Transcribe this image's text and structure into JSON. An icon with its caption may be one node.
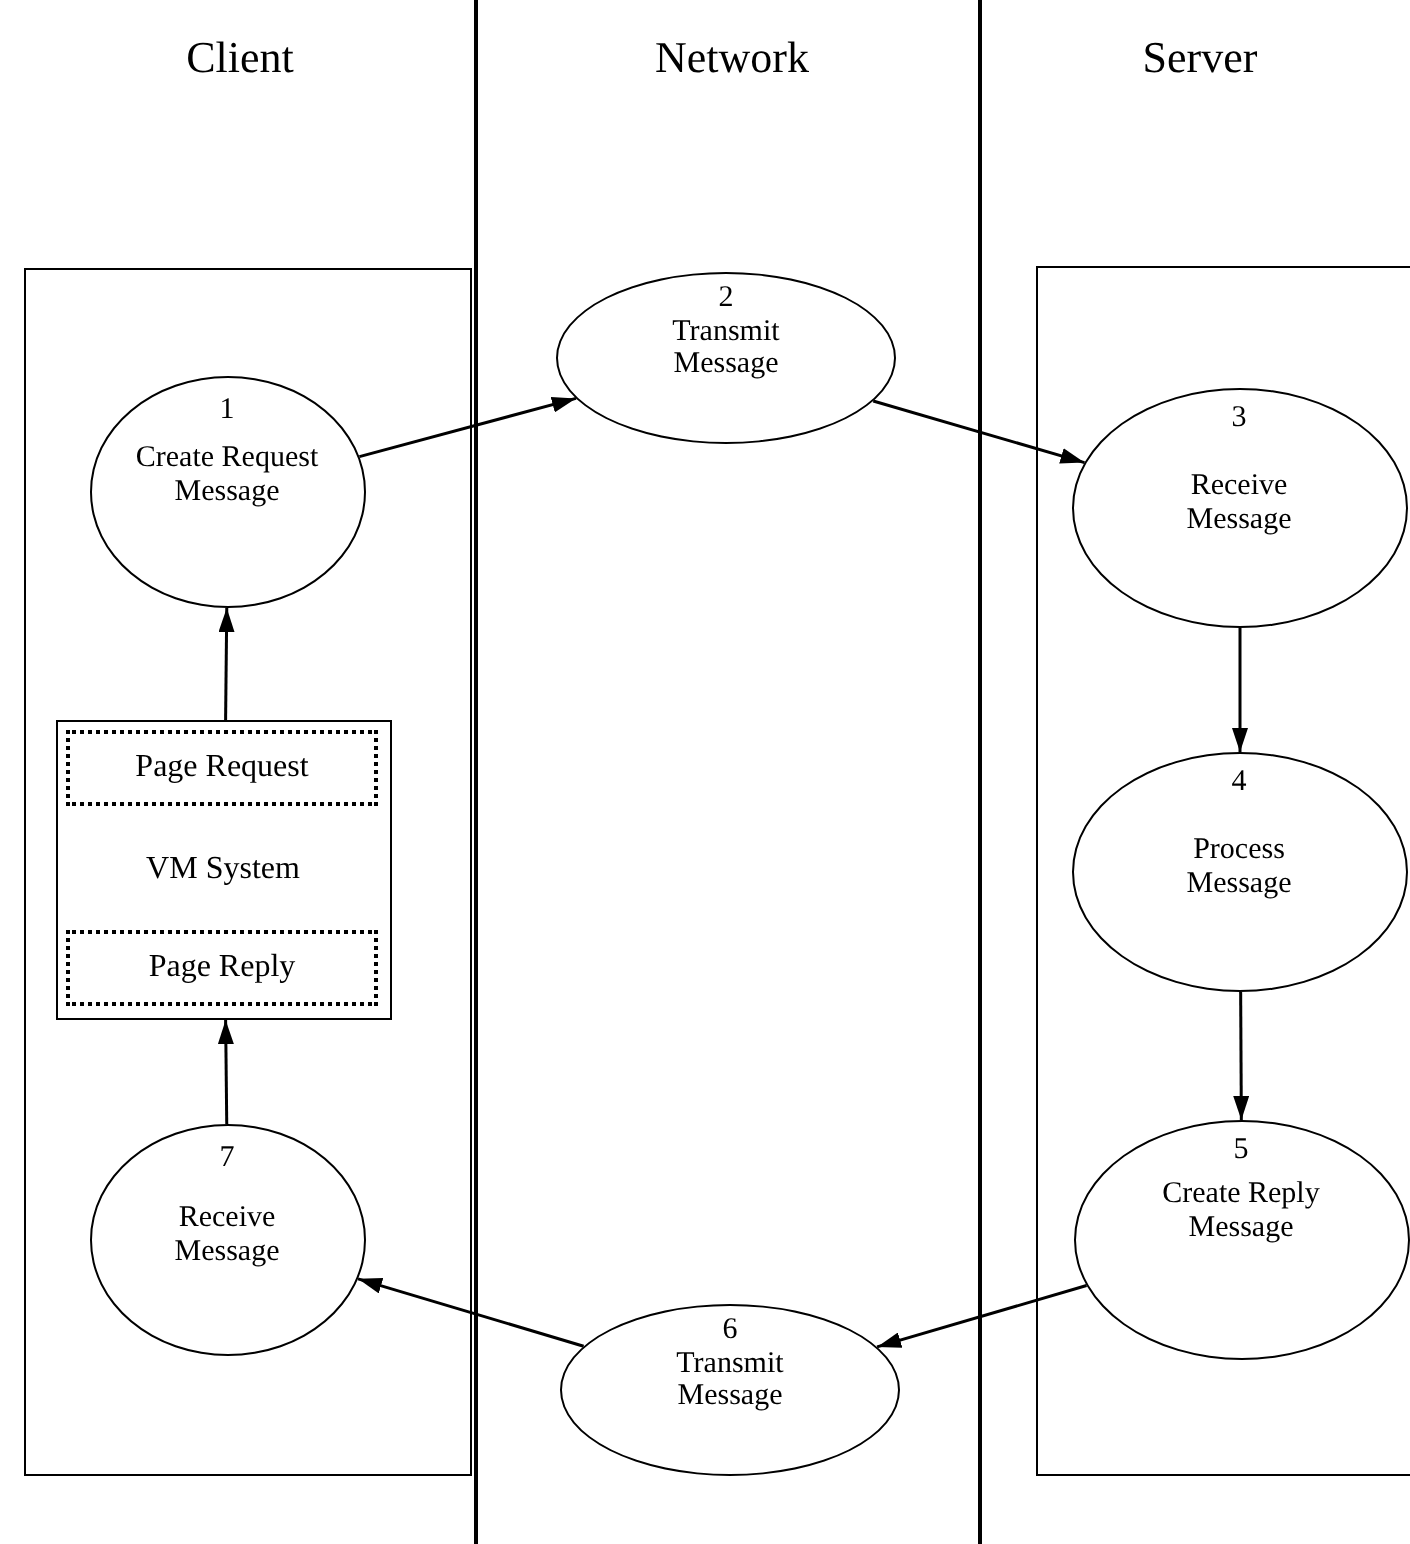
{
  "diagram": {
    "nodes": [
      {
        "text": [],
        "shape": "box"
      },
      {
        "text": [
          "1",
          "Create Request Message"
        ],
        "in": 0
      },
      {
        "text": [
          "VM System"
        ],
        "in": 0
      },
      {
        "text": [
          "Page Request"
        ],
        "in": 2
      },
      {
        "text": [
          "Page Reply"
        ],
        "in": 2
      },
      {
        "text": [
          "7",
          "Receive Message"
        ],
        "in": 0
      },
      {
        "text": [
          "2",
          "Transmit Message"
        ]
      },
      {
        "text": [],
        "shape": "box"
      },
      {
        "text": [
          "3",
          "Receive Message"
        ],
        "in": 7
      },
      {
        "text": [
          "4",
          "Process Message"
        ],
        "in": 7
      },
      {
        "text": [
          "5",
          "Create Reply Message"
        ],
        "in": 7
      },
      {
        "text": [
          "6",
          "Transmit Message"
        ]
      }
    ],
    "edges": [
      {
        "from": 1,
        "to": 6,
        "arrow": "to"
      },
      {
        "from": 6,
        "to": 8,
        "arrow": "to"
      },
      {
        "from": 8,
        "to": 9,
        "arrow": "to"
      },
      {
        "from": 9,
        "to": 10,
        "arrow": "to"
      },
      {
        "from": 10,
        "to": 11,
        "arrow": "to"
      },
      {
        "from": 11,
        "to": 5,
        "arrow": "to"
      },
      {
        "from": 5,
        "to": 2,
        "arrow": "to"
      },
      {
        "from": 2,
        "to": 1,
        "arrow": "to"
      }
    ],
    "labels": [
      "Client",
      "Network",
      "Server"
    ]
  }
}
